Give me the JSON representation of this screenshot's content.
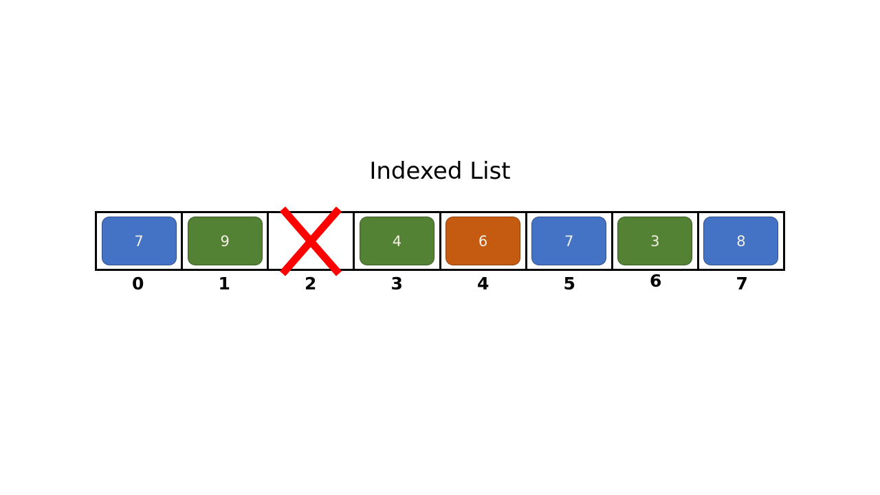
{
  "title": "Indexed List",
  "list": {
    "cells": [
      {
        "index": "0",
        "value": "7",
        "color": "blue",
        "deleted": false
      },
      {
        "index": "1",
        "value": "9",
        "color": "green",
        "deleted": false
      },
      {
        "index": "2",
        "value": "",
        "color": "none",
        "deleted": true
      },
      {
        "index": "3",
        "value": "4",
        "color": "green",
        "deleted": false
      },
      {
        "index": "4",
        "value": "6",
        "color": "orange",
        "deleted": false
      },
      {
        "index": "5",
        "value": "7",
        "color": "blue",
        "deleted": false
      },
      {
        "index": "6",
        "value": "3",
        "color": "green",
        "deleted": false
      },
      {
        "index": "7",
        "value": "8",
        "color": "blue",
        "deleted": false
      }
    ]
  },
  "colors": {
    "blue": "#4472C4",
    "green": "#548235",
    "orange": "#C55A11",
    "deleted_x": "#FF0000",
    "value_text": "#F2EFE3",
    "index_text": "#000000",
    "table_border": "#000000",
    "title_text": "#000000",
    "background": "#FFFFFF"
  }
}
